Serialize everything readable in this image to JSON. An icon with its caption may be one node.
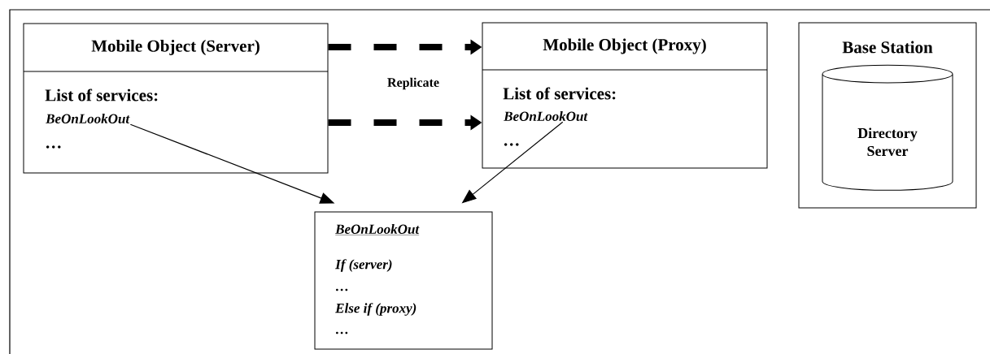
{
  "diagram": {
    "nodes": [
      {
        "text": [
          "Mobile Object (Server)",
          "List of services:",
          "…"
        ]
      },
      {
        "text": [
          "BeOnLookOut"
        ],
        "in": 0
      },
      {
        "text": [
          "Mobile Object (Proxy)",
          "List of services:",
          "…"
        ]
      },
      {
        "text": [
          "BeOnLookOut"
        ],
        "in": 2
      },
      {
        "text": [
          "Base Station"
        ]
      },
      {
        "text": [
          "Directory Server"
        ],
        "in": 4
      },
      {
        "text": [
          "BeOnLookOut",
          "If (server)",
          "…",
          "Else if (proxy)",
          "…"
        ]
      }
    ],
    "edges": [
      {
        "from": 0,
        "to": 2,
        "arrow": "to",
        "style": "dashed",
        "label": "Replicate"
      },
      {
        "from": 0,
        "to": 2,
        "arrow": "to",
        "style": "dashed"
      },
      {
        "from": 1,
        "to": 6,
        "arrow": "to"
      },
      {
        "from": 3,
        "to": 6,
        "arrow": "to"
      }
    ]
  }
}
